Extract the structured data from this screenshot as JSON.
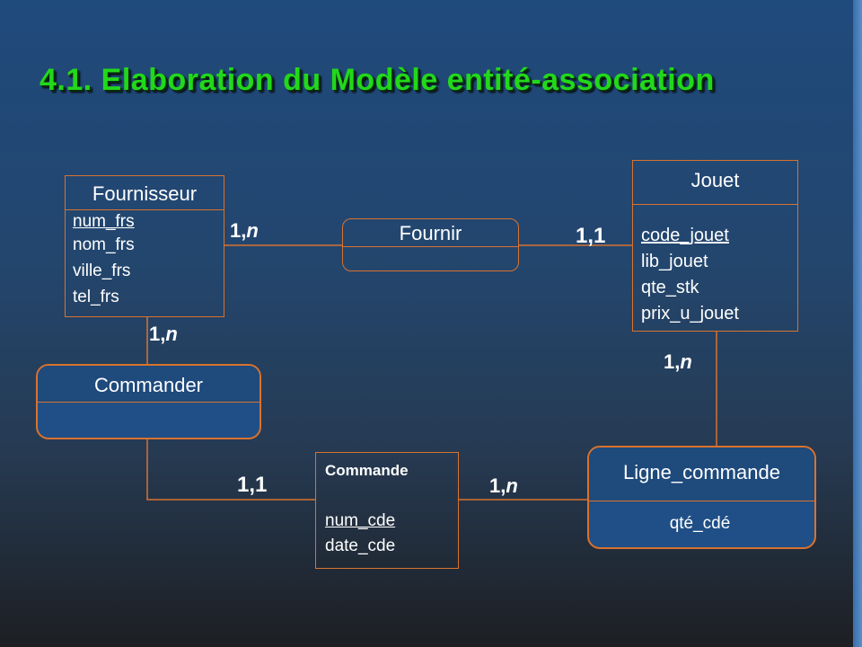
{
  "title": "4.1. Elaboration du Modèle entité-association",
  "entities": {
    "fournisseur": {
      "name": "Fournisseur",
      "attributes": [
        "num_frs",
        "nom_frs",
        "ville_frs",
        "tel_frs"
      ],
      "key": "num_frs"
    },
    "jouet": {
      "name": "Jouet",
      "attributes": [
        "code_jouet",
        "lib_jouet",
        "qte_stk",
        "prix_u_jouet"
      ],
      "key": "code_jouet"
    },
    "commande": {
      "name": "Commande",
      "attributes": [
        "num_cde",
        "date_cde"
      ],
      "key": "num_cde"
    }
  },
  "associations": {
    "fournir": {
      "name": "Fournir"
    },
    "commander": {
      "name": "Commander"
    },
    "ligne_commande": {
      "name": "Ligne_commande",
      "attributes": [
        "qté_cdé"
      ]
    }
  },
  "cardinalities": {
    "fournisseur_fournir": {
      "min": "1,",
      "max": "n"
    },
    "jouet_fournir": {
      "text": "1,1"
    },
    "fournisseur_commander": {
      "min": "1,",
      "max": "n"
    },
    "jouet_ligne": {
      "min": "1,",
      "max": "n"
    },
    "commande_commander": {
      "text": "1,1"
    },
    "commande_ligne": {
      "min": "1,",
      "max": "n"
    }
  },
  "colors": {
    "title": "#22d81a",
    "border": "#d9722e",
    "text": "#ffffff",
    "fill": "#1f4f86"
  }
}
